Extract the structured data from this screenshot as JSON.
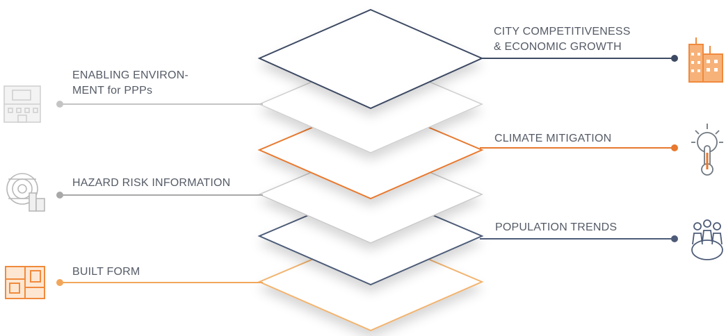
{
  "layers": [
    {
      "id": "city",
      "line1": "CITY COMPETITIVENESS",
      "line2": "& ECONOMIC GROWTH",
      "side": "right",
      "color": "#3d4a63",
      "icon": "buildings-icon"
    },
    {
      "id": "ppp",
      "line1": "ENABLING ENVIRON-",
      "line2": "MENT for PPPs",
      "side": "left",
      "color": "#bcbcbc",
      "icon": "office-building-icon"
    },
    {
      "id": "climate",
      "line1": "CLIMATE MITIGATION",
      "line2": "",
      "side": "right",
      "color": "#e8792e",
      "icon": "thermometer-icon"
    },
    {
      "id": "hazard",
      "line1": "HAZARD RISK INFORMATION",
      "line2": "",
      "side": "left",
      "color": "#9a9a9a",
      "icon": "hazard-map-icon"
    },
    {
      "id": "population",
      "line1": "POPULATION TRENDS",
      "line2": "",
      "side": "right",
      "color": "#4d5b78",
      "icon": "people-globe-icon"
    },
    {
      "id": "built",
      "line1": "BUILT FORM",
      "line2": "",
      "side": "left",
      "color": "#f2a65a",
      "icon": "floor-plan-icon"
    }
  ]
}
